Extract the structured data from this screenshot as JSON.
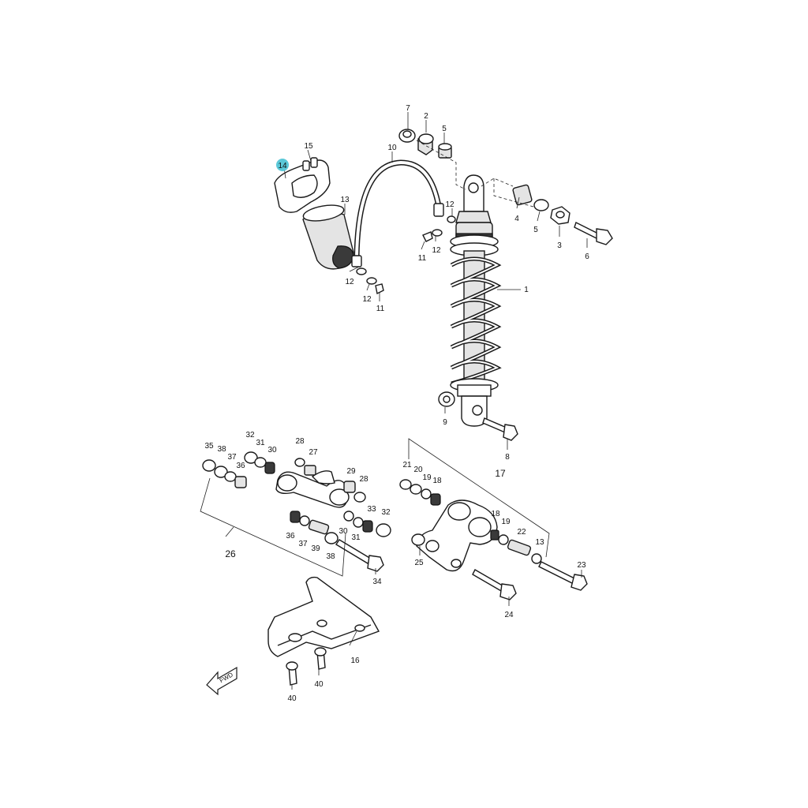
{
  "diagram": {
    "highlight_color": "#5bc8d8",
    "highlighted_part": "14",
    "fwd_label": "FWD",
    "labels": {
      "l1": "1",
      "l2": "2",
      "l3": "3",
      "l4": "4",
      "l5a": "5",
      "l5b": "5",
      "l6": "6",
      "l7": "7",
      "l8": "8",
      "l9": "9",
      "l10": "10",
      "l11a": "11",
      "l11b": "11",
      "l12a": "12",
      "l12b": "12",
      "l12c": "12",
      "l12d": "12",
      "l13a": "13",
      "l13b": "13",
      "l14": "14",
      "l15": "15",
      "l16": "16",
      "l17": "17",
      "l18a": "18",
      "l18b": "18",
      "l19a": "19",
      "l19b": "19",
      "l20": "20",
      "l21": "21",
      "l22": "22",
      "l23": "23",
      "l24": "24",
      "l25": "25",
      "l26": "26",
      "l27": "27",
      "l28a": "28",
      "l28b": "28",
      "l29": "29",
      "l30a": "30",
      "l30b": "30",
      "l31a": "31",
      "l31b": "31",
      "l32a": "32",
      "l32b": "32",
      "l33": "33",
      "l34": "34",
      "l35": "35",
      "l36a": "36",
      "l36b": "36",
      "l37a": "37",
      "l37b": "37",
      "l38a": "38",
      "l38b": "38",
      "l39": "39",
      "l40a": "40",
      "l40b": "40"
    }
  }
}
